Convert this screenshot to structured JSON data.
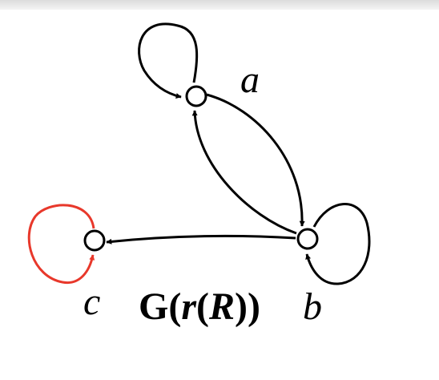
{
  "diagram": {
    "nodes": [
      {
        "id": "a",
        "label": "a"
      },
      {
        "id": "b",
        "label": "b"
      },
      {
        "id": "c",
        "label": "c"
      }
    ],
    "edges": [
      {
        "from": "a",
        "to": "a",
        "kind": "self-loop",
        "color": "#000000"
      },
      {
        "from": "a",
        "to": "b",
        "kind": "arc",
        "color": "#000000"
      },
      {
        "from": "b",
        "to": "a",
        "kind": "arc",
        "color": "#000000"
      },
      {
        "from": "b",
        "to": "b",
        "kind": "self-loop",
        "color": "#000000"
      },
      {
        "from": "b",
        "to": "c",
        "kind": "arc",
        "color": "#000000"
      },
      {
        "from": "c",
        "to": "c",
        "kind": "self-loop",
        "color": "#e8382b"
      }
    ],
    "caption": {
      "prefix": "G(",
      "r": "r",
      "mid": "(",
      "R": "R",
      "suffix": "))"
    }
  },
  "colors": {
    "edge": "#000000",
    "highlight": "#e8382b",
    "node_fill": "#ffffff"
  }
}
